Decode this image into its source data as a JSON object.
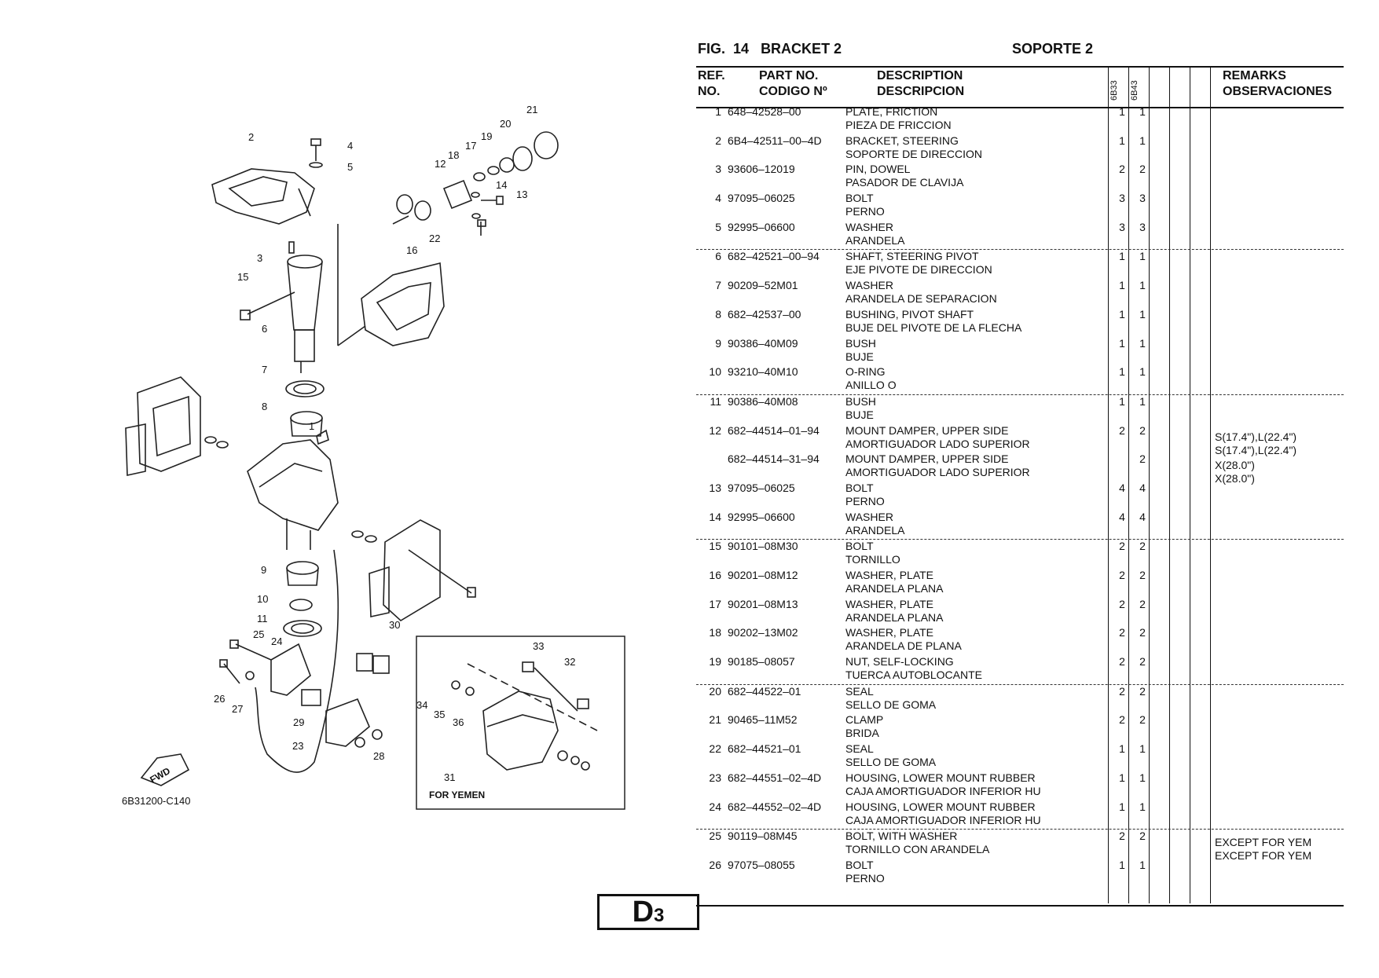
{
  "header": {
    "fig": "FIG.",
    "fig_no": "14",
    "title_en": "BRACKET 2",
    "title_es": "SOPORTE 2"
  },
  "columns": {
    "ref_en": "REF.",
    "ref_es": "NO.",
    "part_en": "PART NO.",
    "part_es": "CODIGO Nº",
    "desc_en": "DESCRIPTION",
    "desc_es": "DESCRIPCION",
    "model1": "6B33",
    "model2": "6B43",
    "remarks_en": "REMARKS",
    "remarks_es": "OBSERVACIONES"
  },
  "rows": [
    {
      "ref": "1",
      "part": "648–42528–00",
      "d1": "PLATE, FRICTION",
      "d2": "PIEZA DE FRICCION",
      "q1": "1",
      "q2": "1",
      "r1": "",
      "r2": "",
      "sep": false
    },
    {
      "ref": "2",
      "part": "6B4–42511–00–4D",
      "d1": "BRACKET, STEERING",
      "d2": "SOPORTE DE DIRECCION",
      "q1": "1",
      "q2": "1",
      "r1": "",
      "r2": "",
      "sep": false
    },
    {
      "ref": "3",
      "part": "93606–12019",
      "d1": "PIN, DOWEL",
      "d2": "PASADOR DE CLAVIJA",
      "q1": "2",
      "q2": "2",
      "r1": "",
      "r2": "",
      "sep": false
    },
    {
      "ref": "4",
      "part": "97095–06025",
      "d1": "BOLT",
      "d2": "PERNO",
      "q1": "3",
      "q2": "3",
      "r1": "",
      "r2": "",
      "sep": false
    },
    {
      "ref": "5",
      "part": "92995–06600",
      "d1": "WASHER",
      "d2": "ARANDELA",
      "q1": "3",
      "q2": "3",
      "r1": "",
      "r2": "",
      "sep": true
    },
    {
      "ref": "6",
      "part": "682–42521–00–94",
      "d1": "SHAFT, STEERING PIVOT",
      "d2": "EJE  PIVOTE DE DIRECCION",
      "q1": "1",
      "q2": "1",
      "r1": "",
      "r2": "",
      "sep": false
    },
    {
      "ref": "7",
      "part": "90209–52M01",
      "d1": "WASHER",
      "d2": "ARANDELA DE SEPARACION",
      "q1": "1",
      "q2": "1",
      "r1": "",
      "r2": "",
      "sep": false
    },
    {
      "ref": "8",
      "part": "682–42537–00",
      "d1": "BUSHING, PIVOT SHAFT",
      "d2": "BUJE DEL PIVOTE DE LA FLECHA",
      "q1": "1",
      "q2": "1",
      "r1": "",
      "r2": "",
      "sep": false
    },
    {
      "ref": "9",
      "part": "90386–40M09",
      "d1": "BUSH",
      "d2": "BUJE",
      "q1": "1",
      "q2": "1",
      "r1": "",
      "r2": "",
      "sep": false
    },
    {
      "ref": "10",
      "part": "93210–40M10",
      "d1": "O-RING",
      "d2": "ANILLO O",
      "q1": "1",
      "q2": "1",
      "r1": "",
      "r2": "",
      "sep": true
    },
    {
      "ref": "11",
      "part": "90386–40M08",
      "d1": "BUSH",
      "d2": "BUJE",
      "q1": "1",
      "q2": "1",
      "r1": "",
      "r2": "",
      "sep": false
    },
    {
      "ref": "12",
      "part": "682–44514–01–94",
      "d1": "MOUNT DAMPER, UPPER SIDE",
      "d2": "AMORTIGUADOR LADO SUPERIOR",
      "q1": "2",
      "q2": "2",
      "r1": "S(17.4\"),L(22.4\")",
      "r2": "S(17.4\"),L(22.4\")",
      "sep": false
    },
    {
      "ref": "",
      "part": "682–44514–31–94",
      "d1": "MOUNT DAMPER, UPPER SIDE",
      "d2": "AMORTIGUADOR LADO SUPERIOR",
      "q1": "",
      "q2": "2",
      "r1": "X(28.0\")",
      "r2": "X(28.0\")",
      "sep": false
    },
    {
      "ref": "13",
      "part": "97095–06025",
      "d1": "BOLT",
      "d2": "PERNO",
      "q1": "4",
      "q2": "4",
      "r1": "",
      "r2": "",
      "sep": false
    },
    {
      "ref": "14",
      "part": "92995–06600",
      "d1": "WASHER",
      "d2": "ARANDELA",
      "q1": "4",
      "q2": "4",
      "r1": "",
      "r2": "",
      "sep": true
    },
    {
      "ref": "15",
      "part": "90101–08M30",
      "d1": "BOLT",
      "d2": "TORNILLO",
      "q1": "2",
      "q2": "2",
      "r1": "",
      "r2": "",
      "sep": false
    },
    {
      "ref": "16",
      "part": "90201–08M12",
      "d1": "WASHER, PLATE",
      "d2": "ARANDELA PLANA",
      "q1": "2",
      "q2": "2",
      "r1": "",
      "r2": "",
      "sep": false
    },
    {
      "ref": "17",
      "part": "90201–08M13",
      "d1": "WASHER, PLATE",
      "d2": "ARANDELA PLANA",
      "q1": "2",
      "q2": "2",
      "r1": "",
      "r2": "",
      "sep": false
    },
    {
      "ref": "18",
      "part": "90202–13M02",
      "d1": "WASHER, PLATE",
      "d2": "ARANDELA  DE PLANA",
      "q1": "2",
      "q2": "2",
      "r1": "",
      "r2": "",
      "sep": false
    },
    {
      "ref": "19",
      "part": "90185–08057",
      "d1": "NUT, SELF-LOCKING",
      "d2": "TUERCA AUTOBLOCANTE",
      "q1": "2",
      "q2": "2",
      "r1": "",
      "r2": "",
      "sep": true
    },
    {
      "ref": "20",
      "part": "682–44522–01",
      "d1": "SEAL",
      "d2": "SELLO DE GOMA",
      "q1": "2",
      "q2": "2",
      "r1": "",
      "r2": "",
      "sep": false
    },
    {
      "ref": "21",
      "part": "90465–11M52",
      "d1": "CLAMP",
      "d2": "BRIDA",
      "q1": "2",
      "q2": "2",
      "r1": "",
      "r2": "",
      "sep": false
    },
    {
      "ref": "22",
      "part": "682–44521–01",
      "d1": "SEAL",
      "d2": "SELLO DE GOMA",
      "q1": "1",
      "q2": "1",
      "r1": "",
      "r2": "",
      "sep": false
    },
    {
      "ref": "23",
      "part": "682–44551–02–4D",
      "d1": "HOUSING, LOWER MOUNT RUBBER",
      "d2": "CAJA  AMORTIGUADOR INFERIOR HU",
      "q1": "1",
      "q2": "1",
      "r1": "",
      "r2": "",
      "sep": false
    },
    {
      "ref": "24",
      "part": "682–44552–02–4D",
      "d1": "HOUSING, LOWER MOUNT RUBBER",
      "d2": "CAJA  AMORTIGUADOR INFERIOR HU",
      "q1": "1",
      "q2": "1",
      "r1": "",
      "r2": "",
      "sep": true
    },
    {
      "ref": "25",
      "part": "90119–08M45",
      "d1": "BOLT, WITH WASHER",
      "d2": "TORNILLO CON ARANDELA",
      "q1": "2",
      "q2": "2",
      "r1": "EXCEPT FOR YEM",
      "r2": "EXCEPT FOR YEM",
      "sep": false
    },
    {
      "ref": "26",
      "part": "97075–08055",
      "d1": "BOLT",
      "d2": "PERNO",
      "q1": "1",
      "q2": "1",
      "r1": "",
      "r2": "",
      "sep": false
    }
  ],
  "diagram": {
    "code": "6B31200-C140",
    "inset_label": "FOR YEMEN",
    "fwd": "FWD",
    "callouts": [
      "1",
      "2",
      "3",
      "4",
      "5",
      "6",
      "7",
      "8",
      "9",
      "10",
      "11",
      "12",
      "13",
      "14",
      "15",
      "16",
      "17",
      "18",
      "19",
      "20",
      "21",
      "22",
      "23",
      "24",
      "25",
      "26",
      "27",
      "28",
      "29",
      "30",
      "31",
      "32",
      "33",
      "34",
      "35",
      "36"
    ]
  },
  "page_box": {
    "letter": "D",
    "number": "3"
  }
}
